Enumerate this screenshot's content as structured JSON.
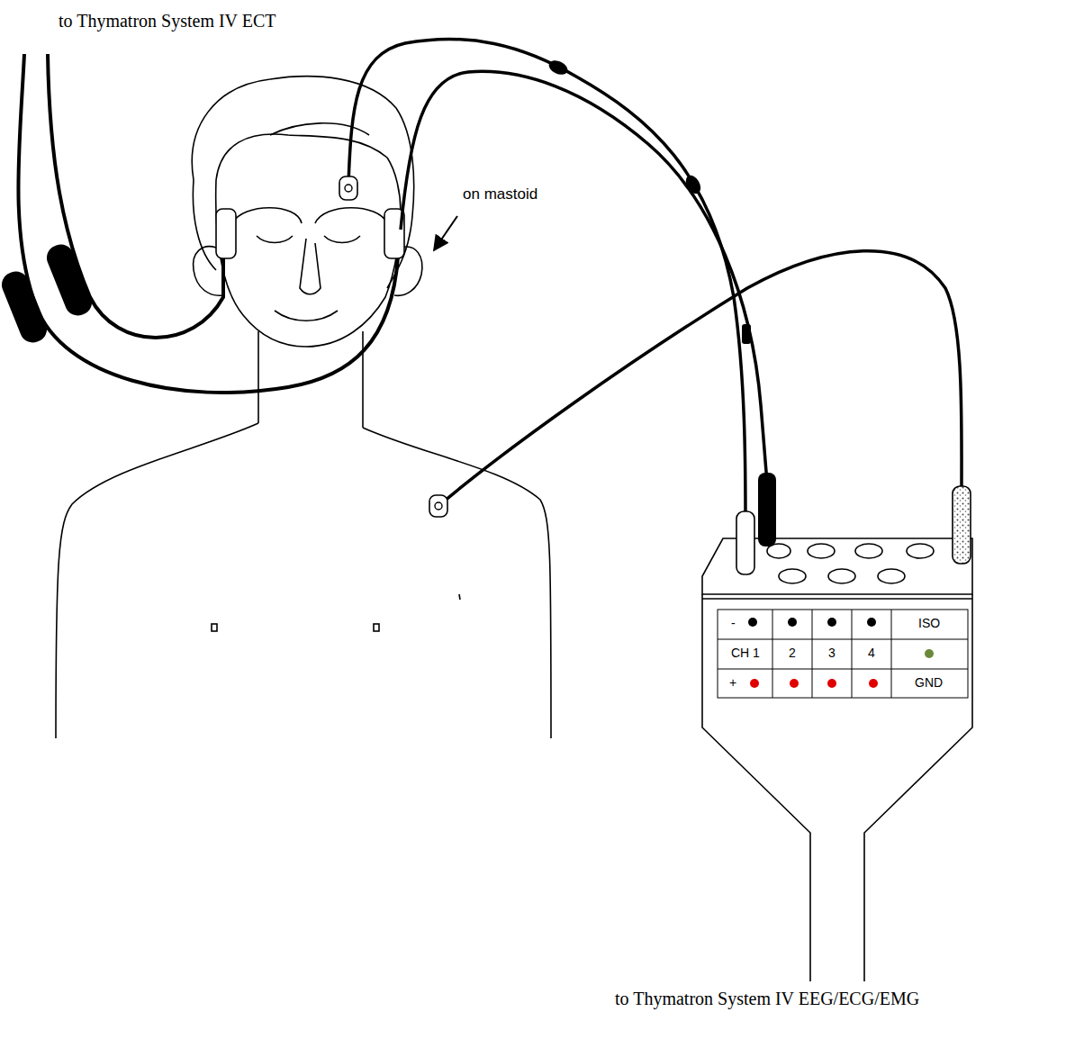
{
  "diagram": {
    "labels": [
      "to Thymatron System IV ECT",
      "on mastoid",
      "-",
      "ISO",
      "CH 1",
      "2",
      "3",
      "4",
      "+",
      "GND",
      "to Thymatron System IV EEG/ECG/EMG"
    ]
  }
}
